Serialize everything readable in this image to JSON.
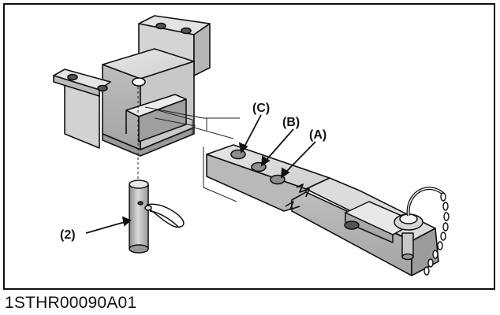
{
  "figure": {
    "code": "1STHR00090A01"
  },
  "callouts": {
    "hole_a": "(A)",
    "hole_b": "(B)",
    "hole_c": "(C)",
    "pin": "(2)"
  }
}
